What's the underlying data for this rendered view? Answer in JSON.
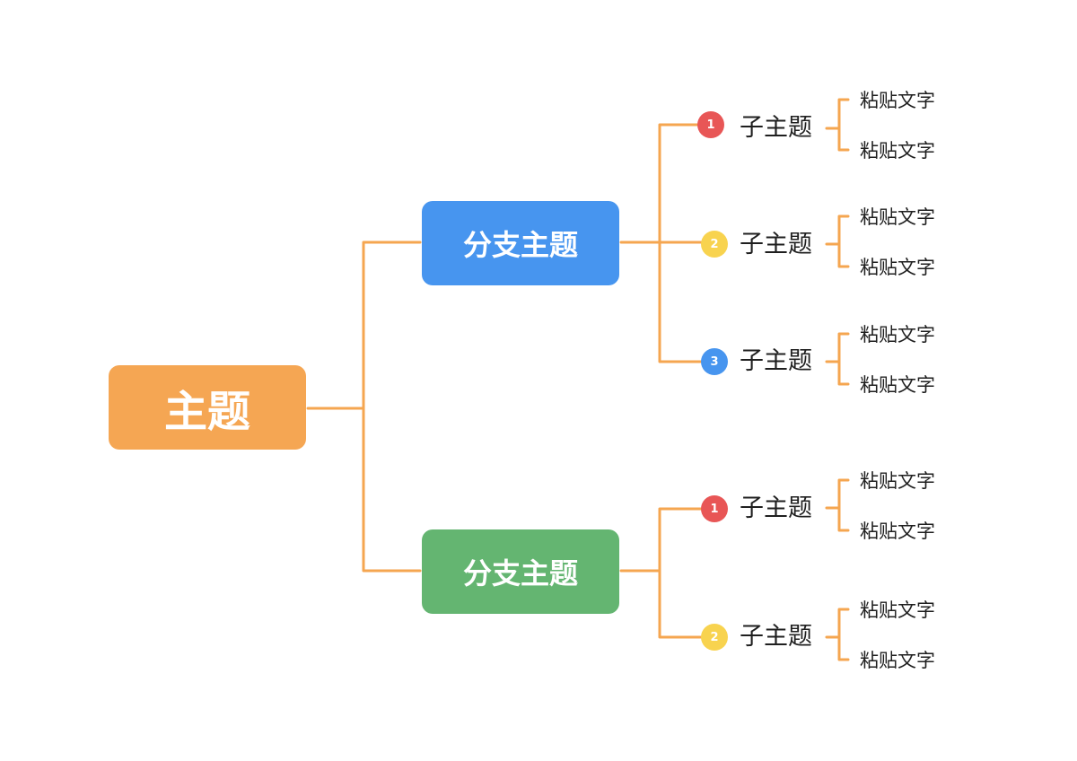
{
  "root": {
    "label": "主题",
    "color": "#f5a653"
  },
  "connector_color": "#f5a650",
  "branches": [
    {
      "label": "分支主题",
      "color": "#4795ef",
      "subtopics": [
        {
          "badge": "1",
          "badge_color": "#e85656",
          "label": "子主题",
          "leaves": [
            "粘贴文字",
            "粘贴文字"
          ]
        },
        {
          "badge": "2",
          "badge_color": "#f8d34f",
          "label": "子主题",
          "leaves": [
            "粘贴文字",
            "粘贴文字"
          ]
        },
        {
          "badge": "3",
          "badge_color": "#4795ef",
          "label": "子主题",
          "leaves": [
            "粘贴文字",
            "粘贴文字"
          ]
        }
      ]
    },
    {
      "label": "分支主题",
      "color": "#64b571",
      "subtopics": [
        {
          "badge": "1",
          "badge_color": "#e85656",
          "label": "子主题",
          "leaves": [
            "粘贴文字",
            "粘贴文字"
          ]
        },
        {
          "badge": "2",
          "badge_color": "#f8d34f",
          "label": "子主题",
          "leaves": [
            "粘贴文字",
            "粘贴文字"
          ]
        }
      ]
    }
  ]
}
